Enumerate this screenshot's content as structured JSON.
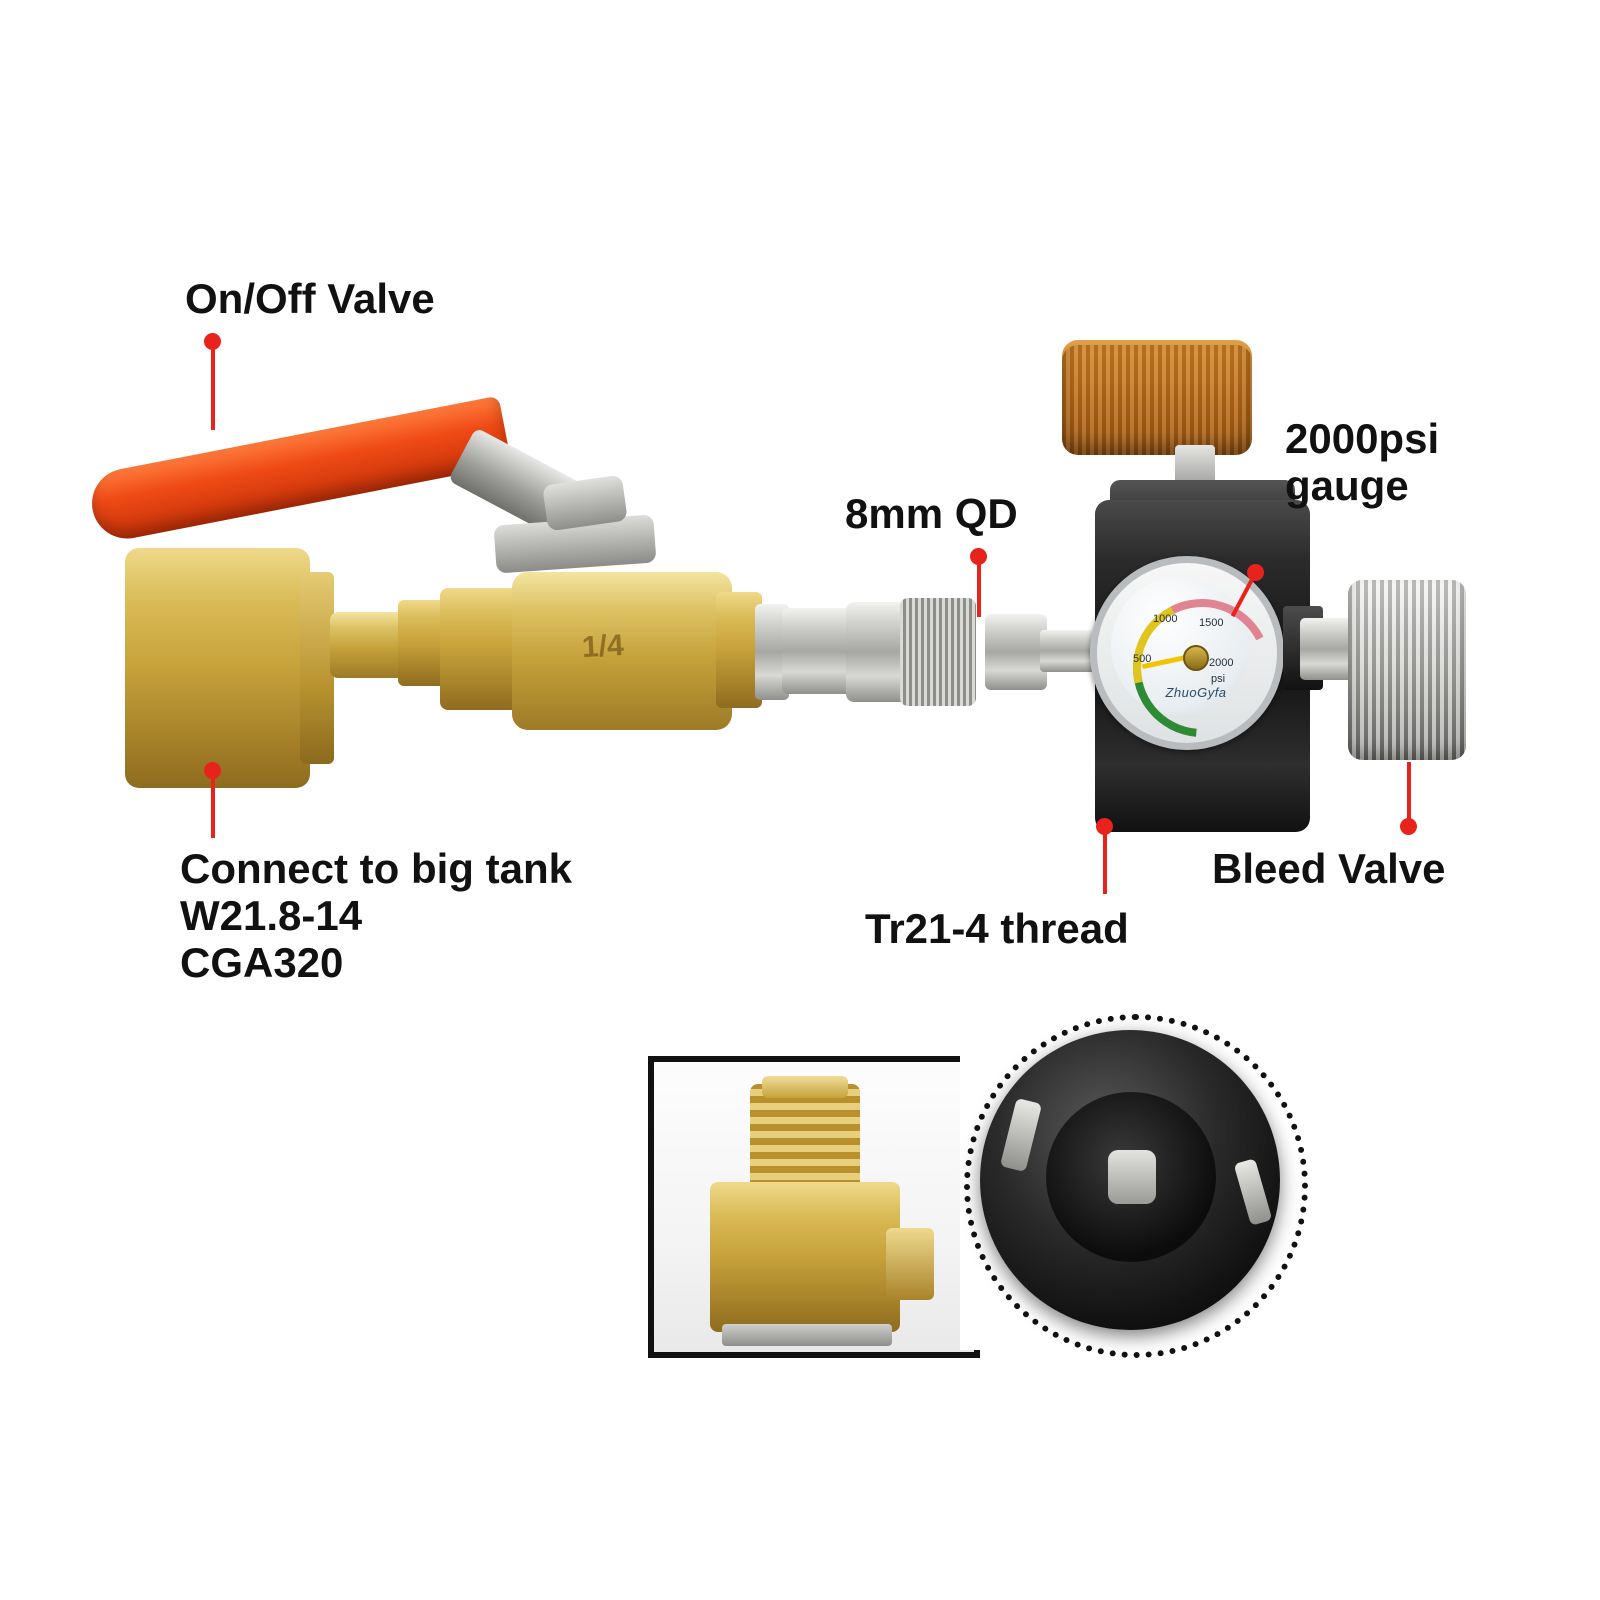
{
  "diagram": {
    "title": "CO2 fill station adapter callout diagram",
    "accent_color": "#e8231c",
    "callouts": [
      {
        "id": "on-off-valve",
        "label": "On/Off Valve"
      },
      {
        "id": "connect-big-tank",
        "label": "Connect to big tank\nW21.8-14\nCGA320"
      },
      {
        "id": "qd-8mm",
        "label": "8mm QD"
      },
      {
        "id": "gauge-2000psi",
        "label": "2000psi\ngauge"
      },
      {
        "id": "tr21-4-thread",
        "label": "Tr21-4 thread"
      },
      {
        "id": "bleed-valve",
        "label": "Bleed Valve"
      }
    ],
    "gauge": {
      "brand": "ZhuoGyfa",
      "unit": "psi",
      "ticks": [
        "500",
        "1000",
        "1500",
        "2000"
      ],
      "needle_value": 0,
      "max": 2000,
      "zones": [
        "green",
        "yellow",
        "red"
      ]
    },
    "valve_body_marking": "1/4",
    "insets": [
      {
        "id": "inset-brass-fitting",
        "caption": ""
      },
      {
        "id": "inset-black-cap",
        "caption": ""
      }
    ]
  }
}
